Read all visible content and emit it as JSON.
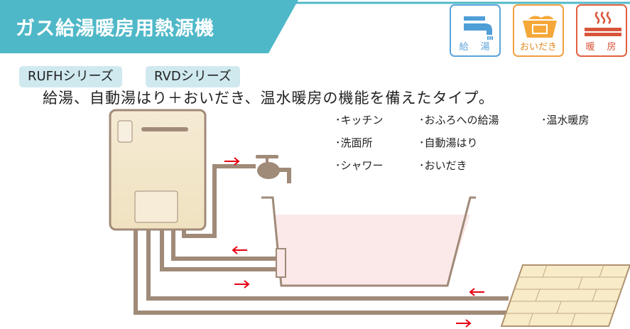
{
  "title": "ガス給湯暖房用熱源機",
  "icons": [
    {
      "name": "faucet-icon",
      "label": "給　湯",
      "color": "#5ba3d9"
    },
    {
      "name": "bathtub-icon",
      "label": "おいだき",
      "color": "#f0a040"
    },
    {
      "name": "floor-heating-icon",
      "label": "暖　房",
      "color": "#e06040"
    }
  ],
  "series": [
    "RUFHシリーズ",
    "RVDシリーズ"
  ],
  "description": "給湯、自動湯はり＋おいだき、温水暖房の機能を備えたタイプ。",
  "features": {
    "col1": [
      "･キッチン",
      "･洗面所",
      "･シャワー"
    ],
    "col2": [
      "･おふろへの給湯",
      "･自動湯はり",
      "･おいだき"
    ],
    "col3": [
      "･温水暖房"
    ]
  },
  "colors": {
    "banner": "#4fb8c8",
    "pipe": "#a08a78",
    "arrow": "#e60012",
    "tub": "#fbe9ea"
  }
}
